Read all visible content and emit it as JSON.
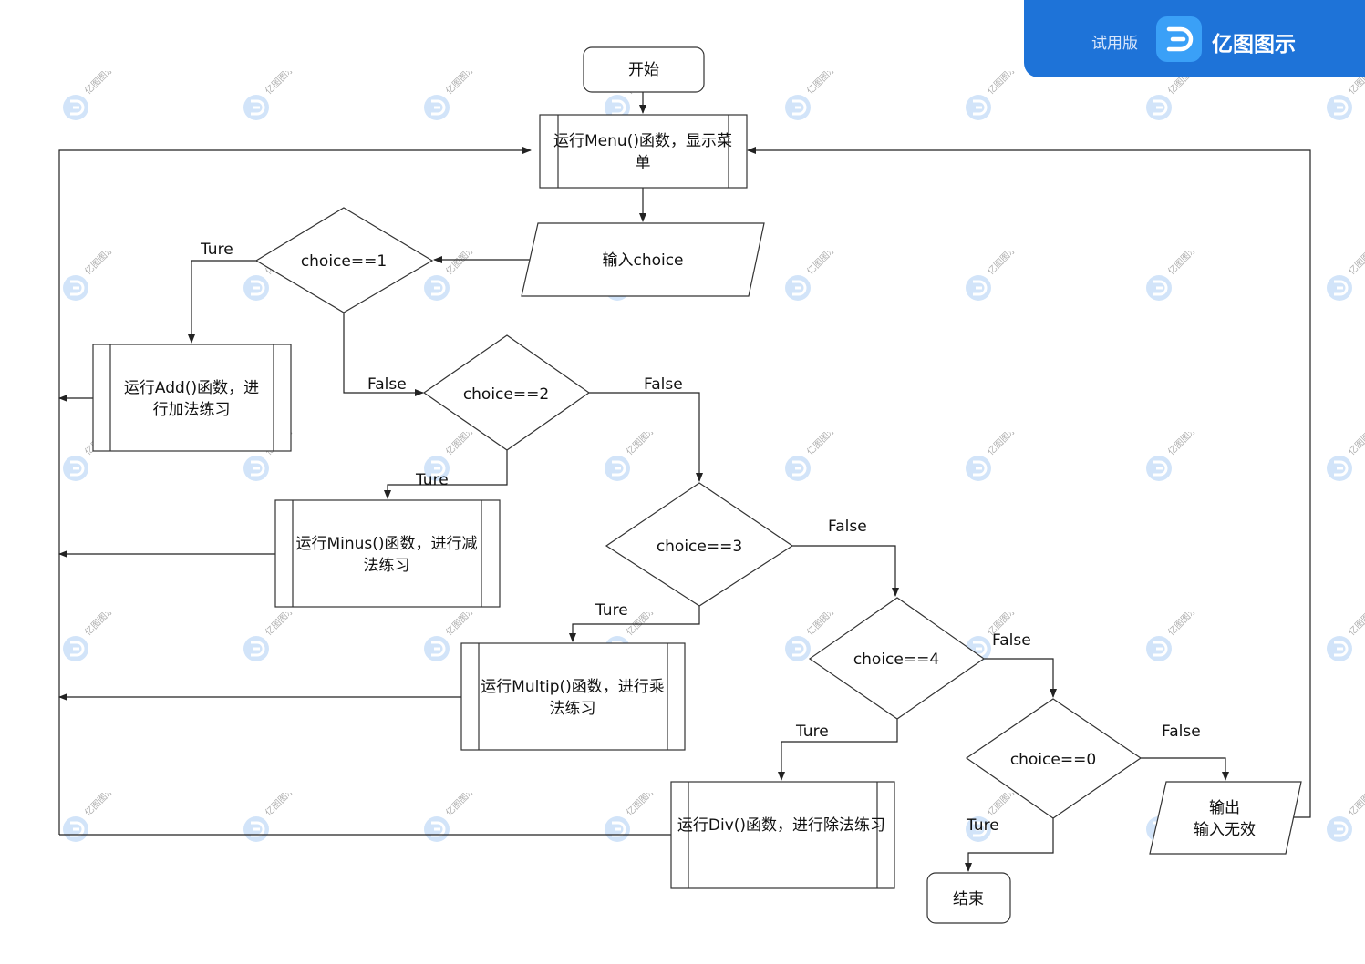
{
  "banner": {
    "trial_label": "试用版",
    "brand_name": "亿图图示",
    "watermark_text": "亿图图示",
    "color": "#1e73d8",
    "logo_icon": "edraw-logo-icon"
  },
  "nodes": {
    "start": "开始",
    "menu": "运行Menu()函数，显示菜单",
    "input": "输入choice",
    "d1": "choice==1",
    "add": "运行Add()函数，进行加法练习",
    "d2": "choice==2",
    "minus": "运行Minus()函数，进行减法练习",
    "d3": "choice==3",
    "multip": "运行Multip()函数，进行乘法练习",
    "d4": "choice==4",
    "div": "运行Div()函数，进行除法练习",
    "d0": "choice==0",
    "end": "结束",
    "invalid": "输出\n输入无效"
  },
  "labels": {
    "true": "Ture",
    "false": "False"
  }
}
